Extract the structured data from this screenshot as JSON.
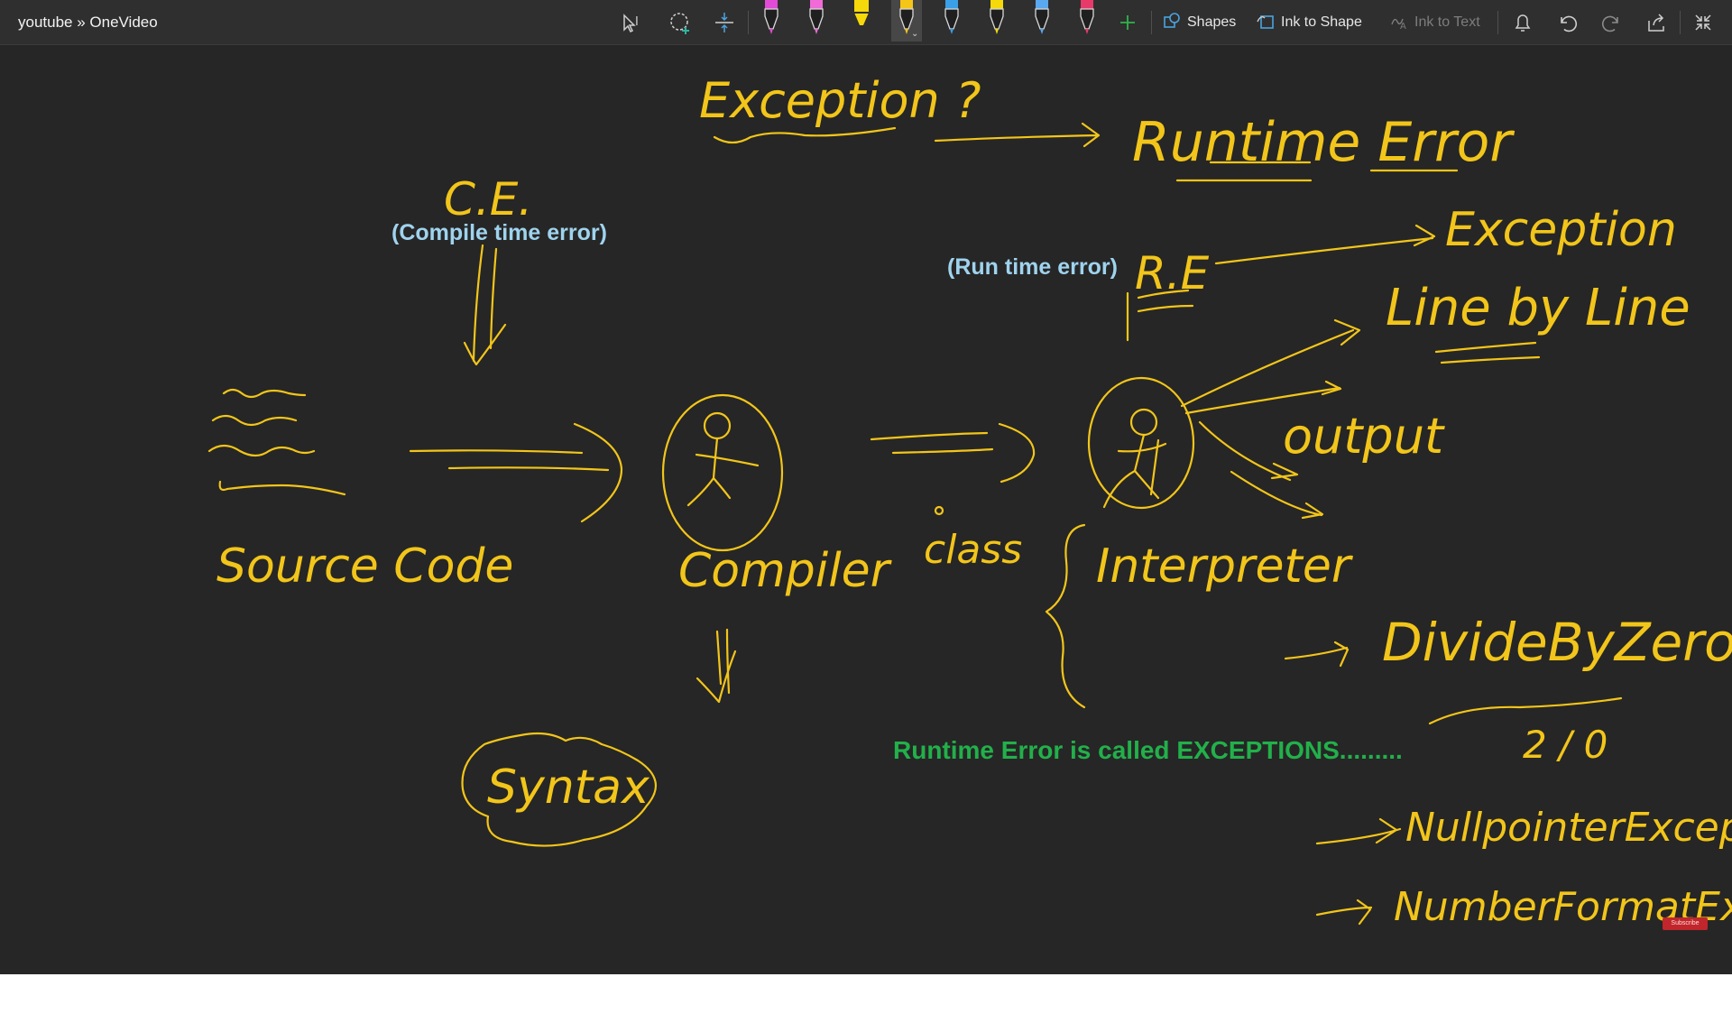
{
  "window": {
    "title": "youtube » OneVideo"
  },
  "toolbar": {
    "shapes_label": "Shapes",
    "ink_to_shape_label": "Ink to Shape",
    "ink_to_text_label": "Ink to Text",
    "pens": [
      {
        "icon": "pen-icon",
        "color": "#e24bd6"
      },
      {
        "icon": "pen-icon",
        "color": "#f06bd8"
      },
      {
        "icon": "highlighter-icon",
        "color": "#f5d90a"
      },
      {
        "icon": "pen-icon",
        "color": "#f5c518",
        "active": true
      },
      {
        "icon": "pen-icon",
        "color": "#3aa0e8"
      },
      {
        "icon": "pen-icon",
        "color": "#f5d90a"
      },
      {
        "icon": "pen-icon",
        "color": "#5aa8f0"
      },
      {
        "icon": "pen-icon",
        "color": "#e83a6a"
      }
    ]
  },
  "canvas": {
    "ink_color": "#f2c51a",
    "ink_words": {
      "exception_question": "Exception ?",
      "runtime_error": "Runtime Error",
      "ce": "C.E.",
      "re": "R.E",
      "exception_right": "Exception",
      "line_by_line": "Line by Line",
      "output": "output",
      "source_code": "Source Code",
      "compiler": "Compiler",
      "class": "class",
      "interpreter": "Interpreter",
      "syntax": "Syntax",
      "divide_by_zero": "DivideByZero",
      "fraction": "2 / 0",
      "null_pointer": "NullpointerException",
      "number_format": "NumberFormatEx."
    },
    "typed_compile": "(Compile time error)",
    "typed_runtime": "(Run time error)",
    "typed_note": "Runtime Error is called EXCEPTIONS.........",
    "subscribe": "Subscribe"
  }
}
